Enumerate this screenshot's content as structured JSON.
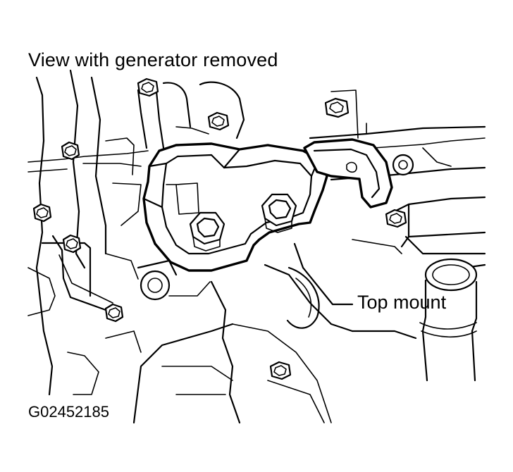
{
  "caption": "View with generator removed",
  "callout": "Top mount",
  "figure_id": "G02452185"
}
